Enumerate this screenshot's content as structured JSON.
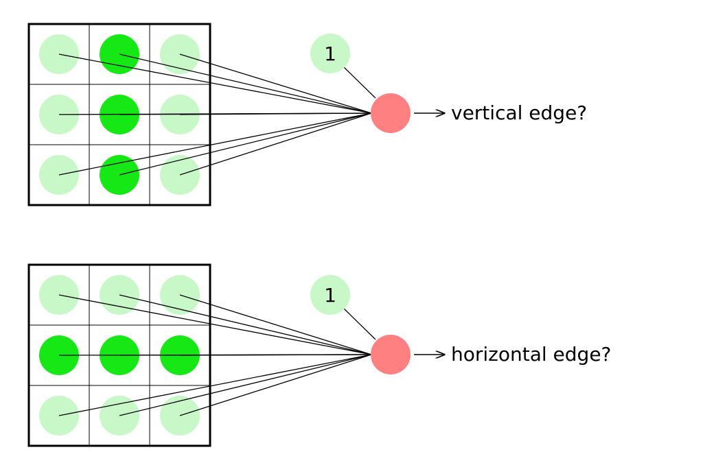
{
  "colors": {
    "pixel_on": "#16e816",
    "pixel_off": "#c8f8c8",
    "neuron": "#ff8080",
    "bias": "#c8f8c8",
    "grid": "#000000",
    "connection": "#000000"
  },
  "detectors": [
    {
      "bias_label": "1",
      "output_label": "vertical edge?",
      "pattern": [
        [
          0,
          1,
          0
        ],
        [
          0,
          1,
          0
        ],
        [
          0,
          1,
          0
        ]
      ]
    },
    {
      "bias_label": "1",
      "output_label": "horizontal edge?",
      "pattern": [
        [
          0,
          0,
          0
        ],
        [
          1,
          1,
          1
        ],
        [
          0,
          0,
          0
        ]
      ]
    }
  ]
}
